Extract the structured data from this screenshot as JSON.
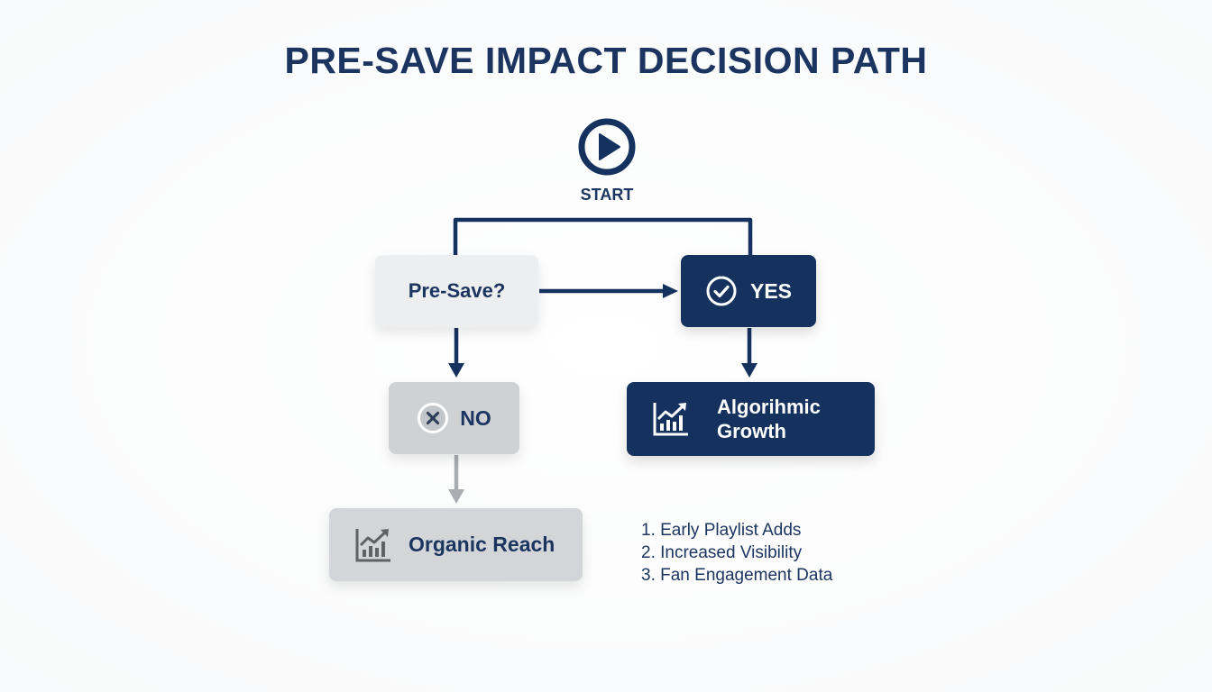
{
  "title": "PRE-SAVE IMPACT DECISION PATH",
  "start": {
    "icon": "play-circle-icon",
    "label": "START"
  },
  "nodes": {
    "decision": {
      "label": "Pre-Save?"
    },
    "yes": {
      "icon": "check-circle-icon",
      "label": "YES"
    },
    "no": {
      "icon": "x-circle-icon",
      "label": "NO"
    },
    "growth": {
      "icon": "growth-chart-icon",
      "label_line1": "Algorihmic",
      "label_line2": "Growth"
    },
    "organic": {
      "icon": "growth-chart-icon",
      "label": "Organic Reach"
    }
  },
  "benefits": [
    "1. Early Playlist Adds",
    "2. Increased Visibility",
    "3. Fan Engagement Data"
  ],
  "colors": {
    "navy": "#15325f",
    "title_navy": "#1b3560",
    "light_gray_box": "#eceef0",
    "mid_gray_box": "#cfd1d4",
    "gray_arrow": "#a9acb1"
  }
}
